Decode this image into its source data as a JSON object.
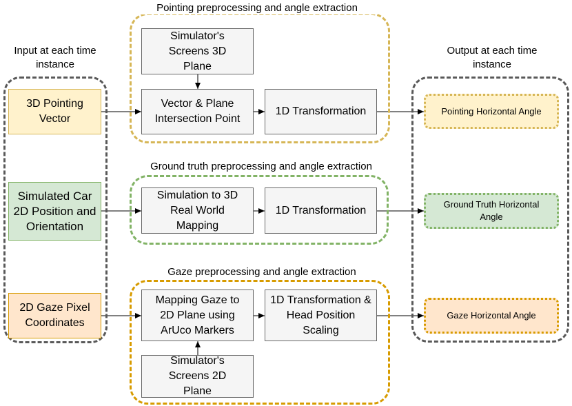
{
  "input_column": {
    "label": "Input at each time instance"
  },
  "output_column": {
    "label": "Output at each time instance"
  },
  "groups": {
    "pointing": "Pointing preprocessing and angle extraction",
    "ground_truth": "Ground truth preprocessing and angle extraction",
    "gaze": "Gaze preprocessing and angle extraction"
  },
  "inputs": {
    "pointing": "3D Pointing Vector",
    "car": "Simulated Car 2D Position and Orientation",
    "gaze": "2D Gaze Pixel Coordinates"
  },
  "steps": {
    "screens_3d": "Simulator's Screens 3D Plane",
    "intersection": "Vector & Plane Intersection Point",
    "transform_pointing": "1D Transformation",
    "sim_to_real": "Simulation to 3D Real World Mapping",
    "transform_gt": "1D Transformation",
    "mapping_gaze": "Mapping Gaze to 2D Plane using ArUco Markers",
    "transform_gaze": "1D Transformation & Head Position Scaling",
    "screens_2d": "Simulator's Screens 2D Plane"
  },
  "outputs": {
    "pointing": "Pointing Horizontal Angle",
    "ground_truth": "Ground Truth Horizontal Angle",
    "gaze": "Gaze Horizontal Angle"
  },
  "colors": {
    "outer_frame": "#595959",
    "pointing": "#d6b656",
    "ground_truth": "#82b366",
    "gaze": "#d79b00",
    "process_fill": "#f5f5f5"
  }
}
